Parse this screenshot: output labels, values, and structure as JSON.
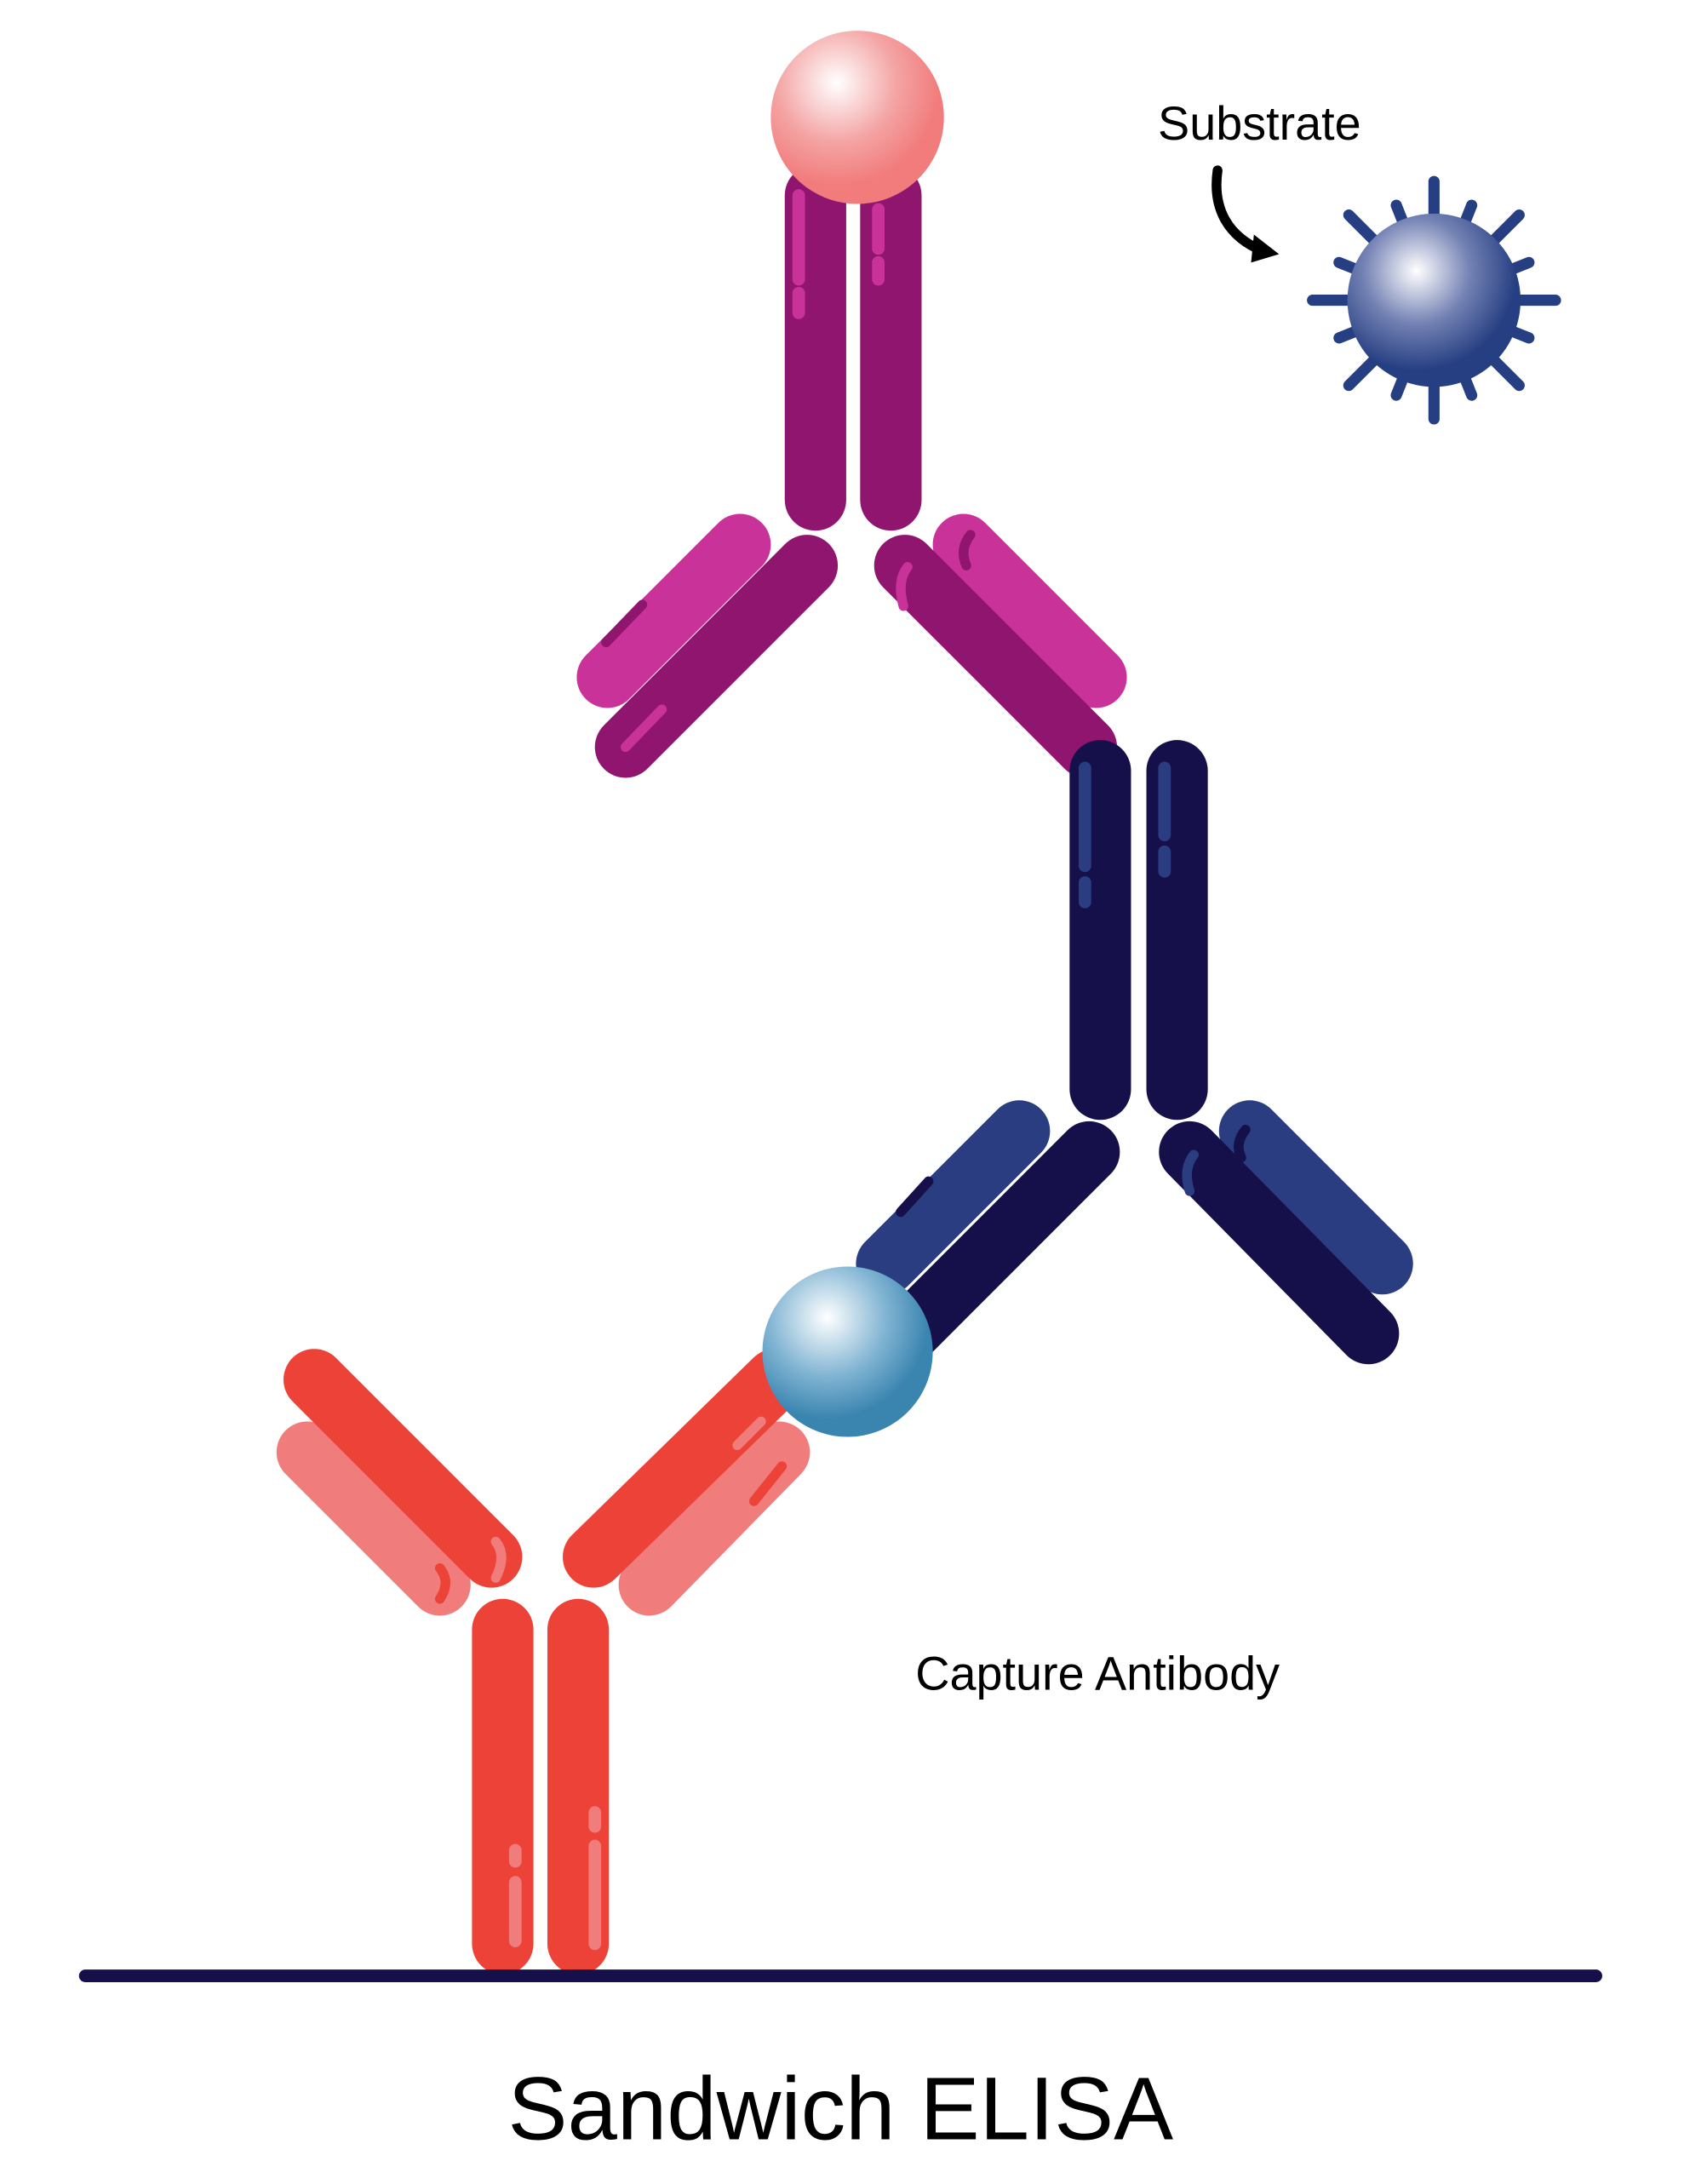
{
  "diagram": {
    "title": "Sandwich ELISA",
    "labels": {
      "substrate": "Substrate",
      "capture_antibody": "Capture Antibody"
    },
    "components": [
      {
        "id": "enzyme-conjugate",
        "shape": "sphere",
        "color": "#F27C7C"
      },
      {
        "id": "detection-antibody",
        "color_heavy": "#90156F",
        "color_light": "#C93399"
      },
      {
        "id": "secondary-antibody",
        "color_heavy": "#16104A",
        "color_light": "#2A3D80"
      },
      {
        "id": "antigen",
        "shape": "sphere",
        "color": "#3A85B0"
      },
      {
        "id": "capture-antibody",
        "color_heavy": "#EC4238",
        "color_light": "#F17C7C"
      },
      {
        "id": "substrate",
        "shape": "spiked-sphere",
        "color": "#263F82"
      },
      {
        "id": "plate-surface",
        "shape": "line",
        "color": "#16104A"
      }
    ]
  }
}
